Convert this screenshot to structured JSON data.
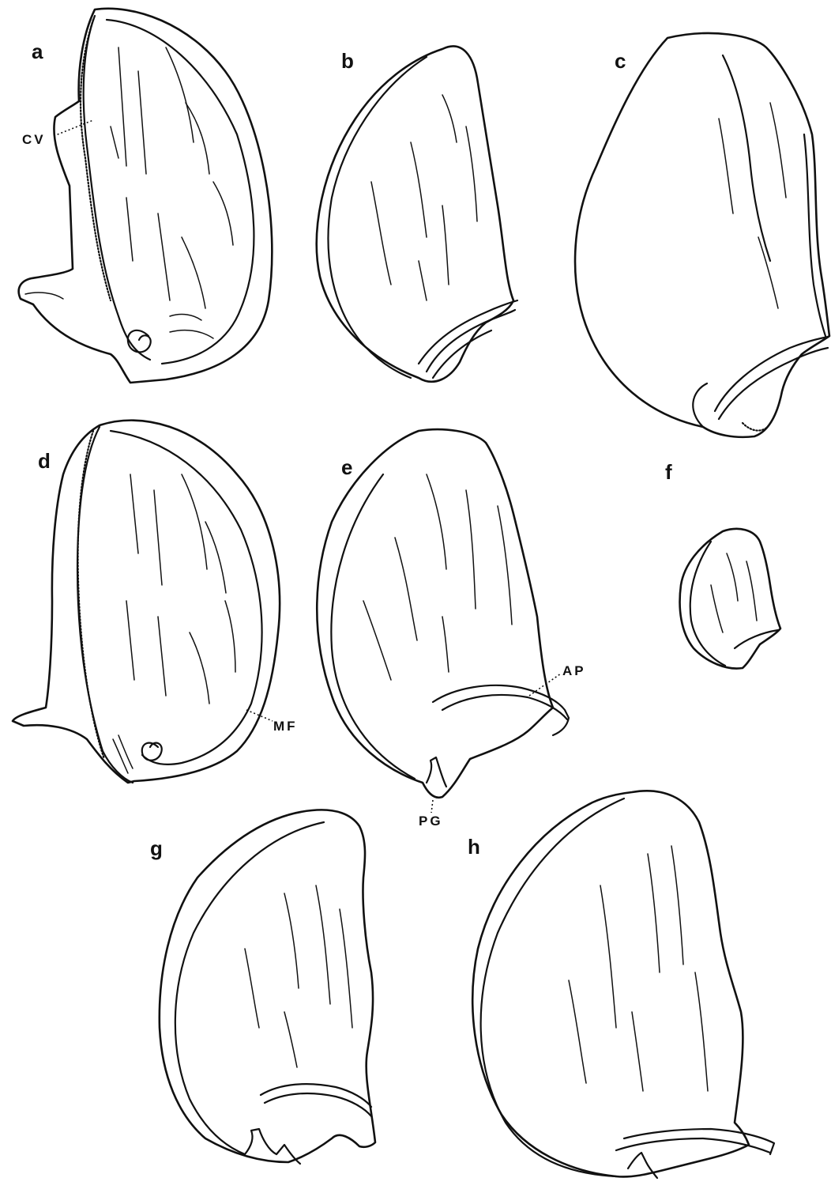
{
  "figure": {
    "panel_labels": [
      "a",
      "b",
      "c",
      "d",
      "e",
      "f",
      "g",
      "h"
    ],
    "annotations": [
      {
        "id": "cv",
        "text": "CV"
      },
      {
        "id": "mf",
        "text": "MF"
      },
      {
        "id": "ap",
        "text": "AP"
      },
      {
        "id": "pg",
        "text": "PG"
      }
    ]
  }
}
